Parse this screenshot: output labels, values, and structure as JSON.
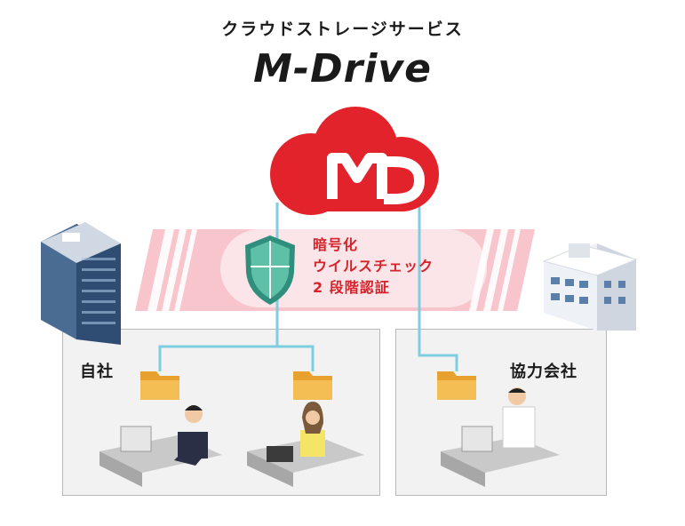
{
  "header": {
    "subtitle": "クラウドストレージサービス",
    "title": "M-Drive"
  },
  "security": {
    "features": [
      "暗号化",
      "ウイルスチェック",
      "2 段階認証"
    ]
  },
  "sites": {
    "own": {
      "label": "自社"
    },
    "partner": {
      "label": "協力会社"
    }
  },
  "colors": {
    "cloud_red": "#e2232b",
    "band_pink": "#f5a5b0",
    "line_blue": "#7ecde0",
    "folder_orange": "#f1b13f",
    "shield_green": "#2f8f7c",
    "text_red": "#d4232b"
  }
}
